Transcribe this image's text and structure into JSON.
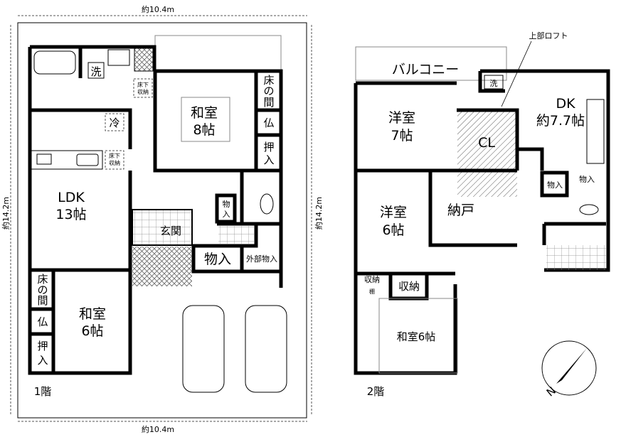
{
  "dimensions": {
    "top": "約10.4m",
    "bottom": "約10.4m",
    "left": "約14.2m",
    "right": "約14.2m"
  },
  "floor1": {
    "label": "1階",
    "wash": "洗",
    "underfloor1": [
      "床下",
      "収納"
    ],
    "underfloor2": [
      "床下",
      "収納"
    ],
    "fridge": "冷",
    "ldk": [
      "LDK",
      "13帖"
    ],
    "washitsu8": [
      "和室",
      "8帖"
    ],
    "tokonoma8": [
      "床",
      "の",
      "間"
    ],
    "butsudan8": "仏",
    "oshiire8": [
      "押",
      "入"
    ],
    "storage_small": [
      "物",
      "入"
    ],
    "genkan": "玄関",
    "storage": "物入",
    "outdoor_storage": "外部物入",
    "washitsu6": [
      "和室",
      "6帖"
    ],
    "tokonoma6": [
      "床",
      "の",
      "間"
    ],
    "butsudan6": "仏",
    "oshiire6": [
      "押",
      "入"
    ]
  },
  "floor2": {
    "label": "2階",
    "balcony": "バルコニー",
    "loft": "上部ロフト",
    "wash": "洗",
    "youshitsu7": [
      "洋室",
      "7帖"
    ],
    "closet": "CL",
    "dk": [
      "DK",
      "約7.7帖"
    ],
    "youshitsu6": [
      "洋室",
      "6帖"
    ],
    "nando": "納戸",
    "storage1": "物入",
    "storage2": "物入",
    "shuno_small": "収納",
    "shelf": "棚",
    "shuno": "収納",
    "washitsu6": "和室6帖"
  },
  "compass": {
    "north": "N"
  }
}
